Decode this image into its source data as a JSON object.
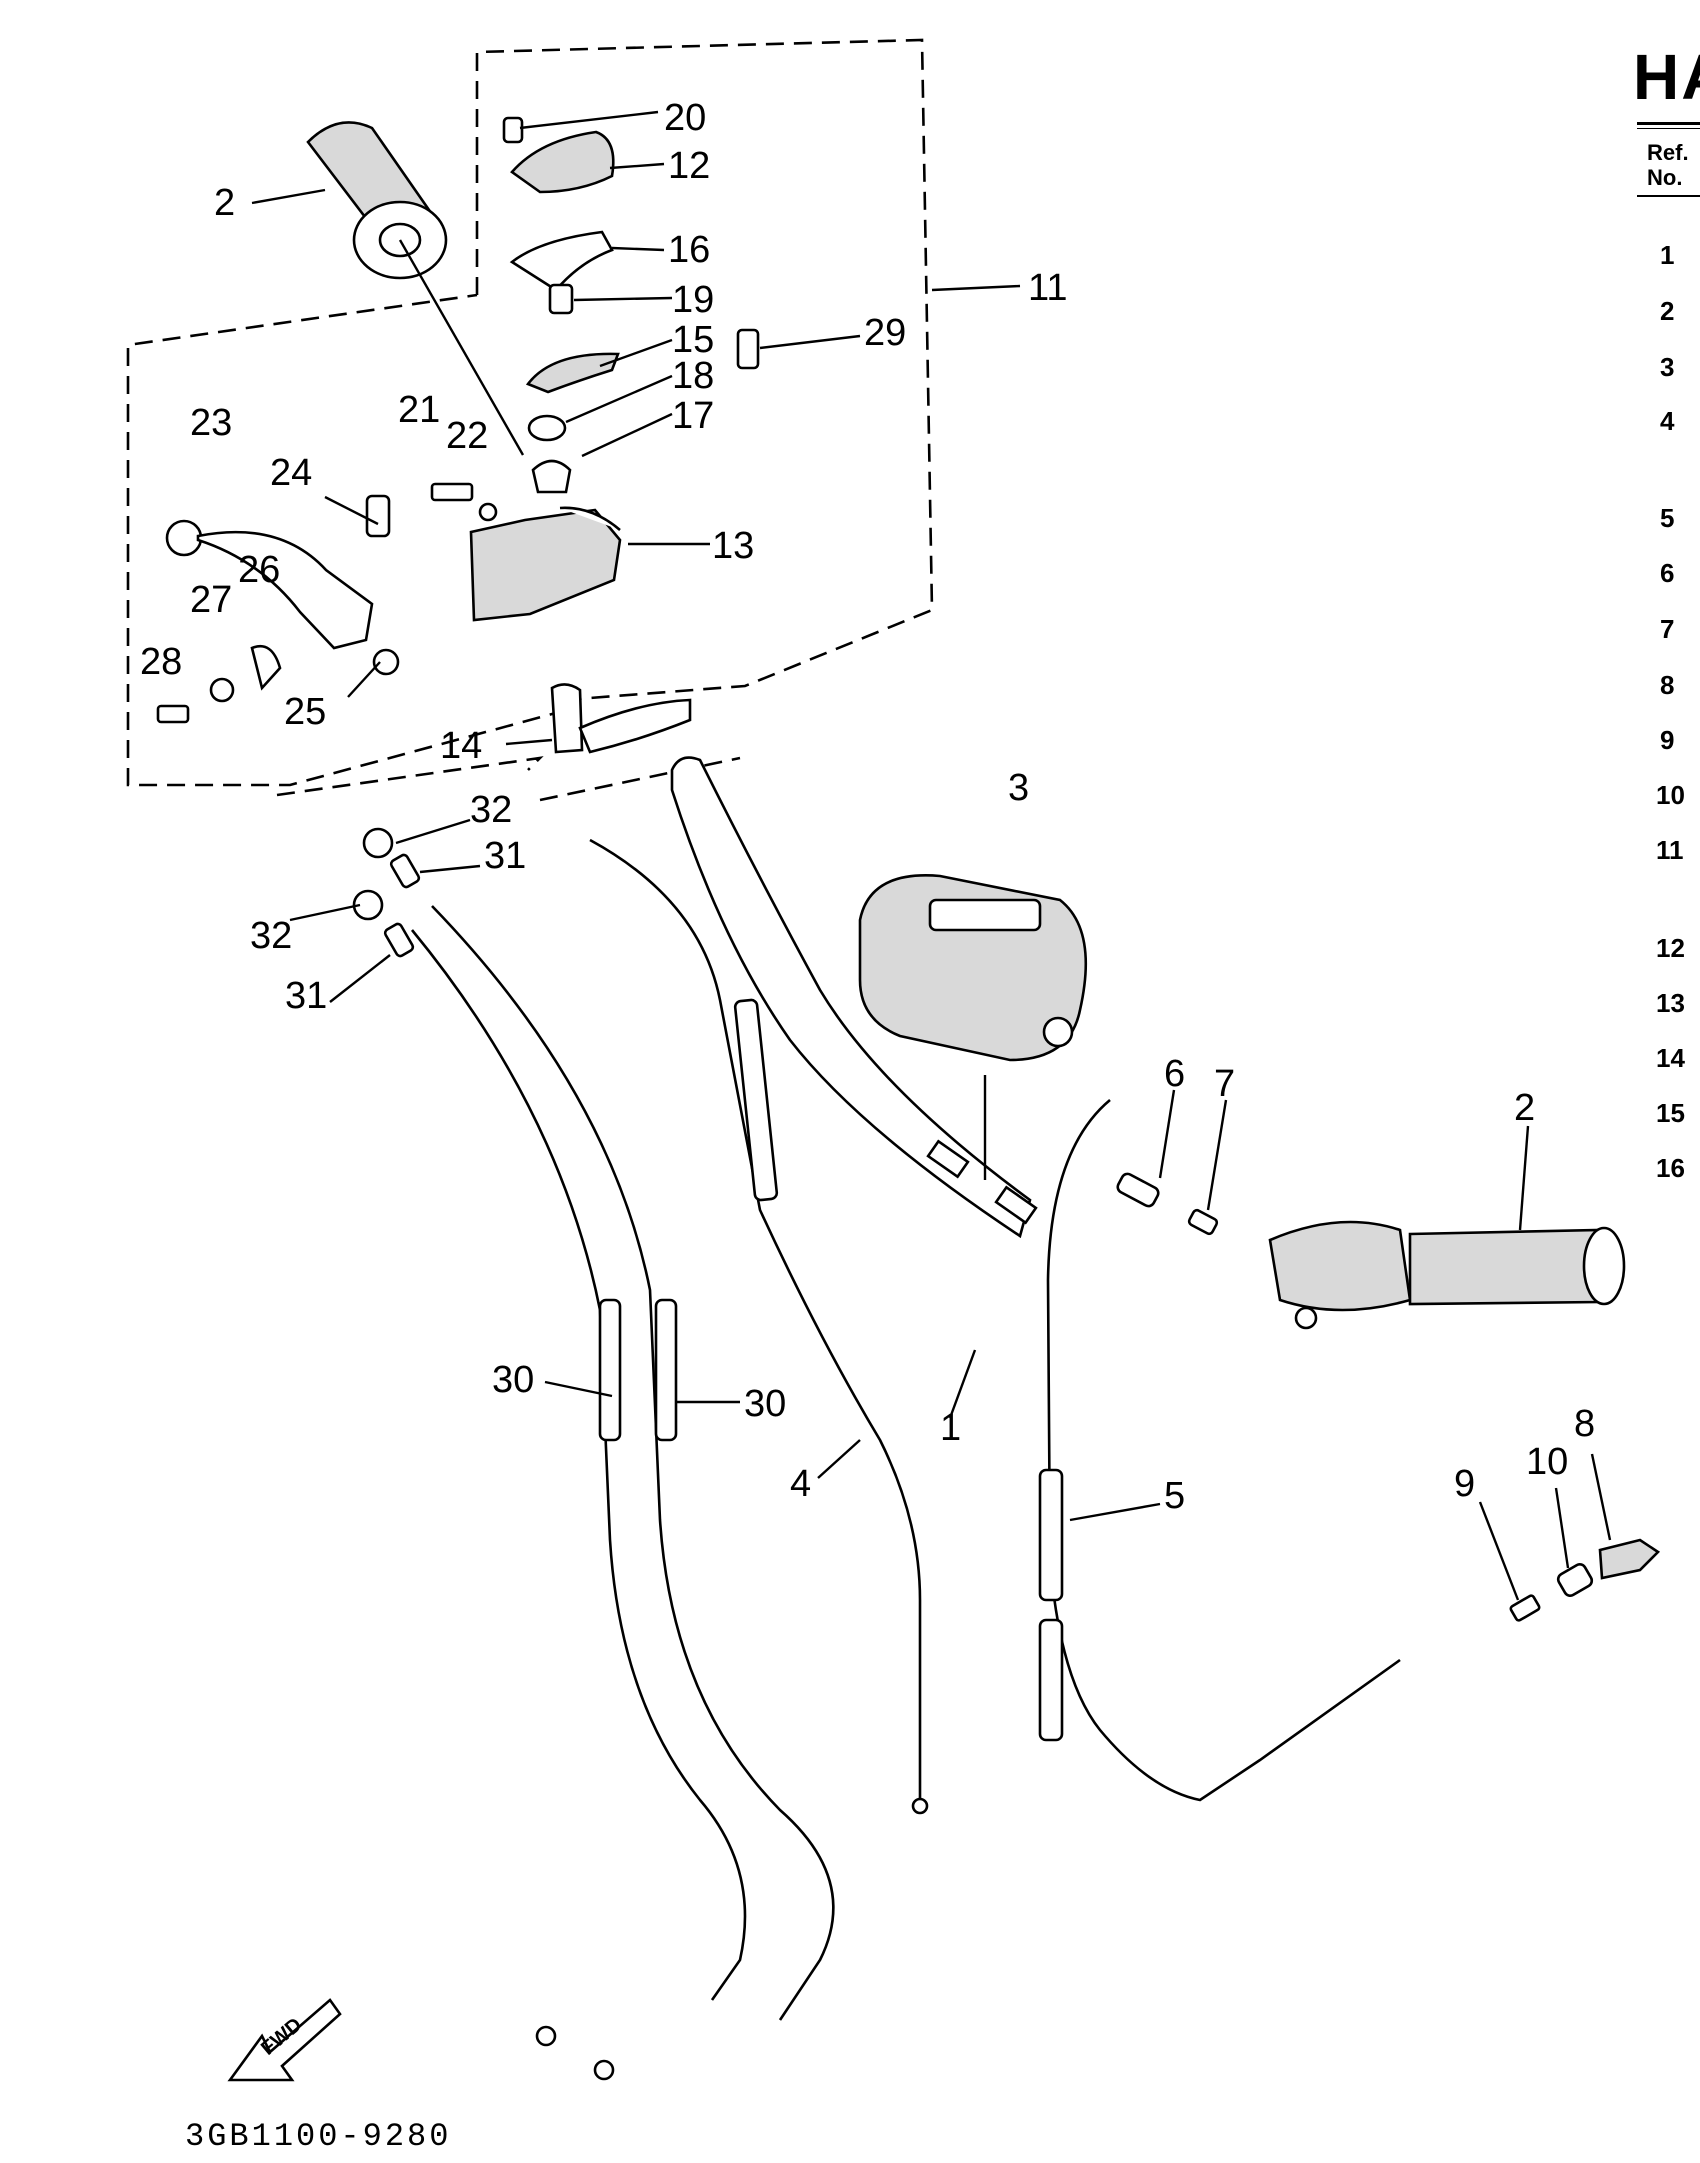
{
  "heading": "HA",
  "table_header": {
    "ref": "Ref.",
    "no": "No."
  },
  "ref_numbers": [
    "1",
    "2",
    "3",
    "4",
    "5",
    "6",
    "7",
    "8",
    "9",
    "10",
    "11",
    "12",
    "13",
    "14",
    "15",
    "16"
  ],
  "callouts": {
    "c1": "1",
    "c2a": "2",
    "c2b": "2",
    "c3": "3",
    "c4": "4",
    "c5": "5",
    "c6": "6",
    "c7": "7",
    "c8": "8",
    "c9": "9",
    "c10": "10",
    "c11": "11",
    "c12": "12",
    "c13": "13",
    "c14": "14",
    "c15": "15",
    "c16": "16",
    "c17": "17",
    "c18": "18",
    "c19": "19",
    "c20": "20",
    "c21": "21",
    "c22": "22",
    "c23": "23",
    "c24": "24",
    "c25": "25",
    "c26": "26",
    "c27": "27",
    "c28": "28",
    "c29": "29",
    "c30a": "30",
    "c30b": "30",
    "c31a": "31",
    "c31b": "31",
    "c32a": "32",
    "c32b": "32"
  },
  "fwd_label": "FWD",
  "drawing_code": "3GB1100-9280"
}
